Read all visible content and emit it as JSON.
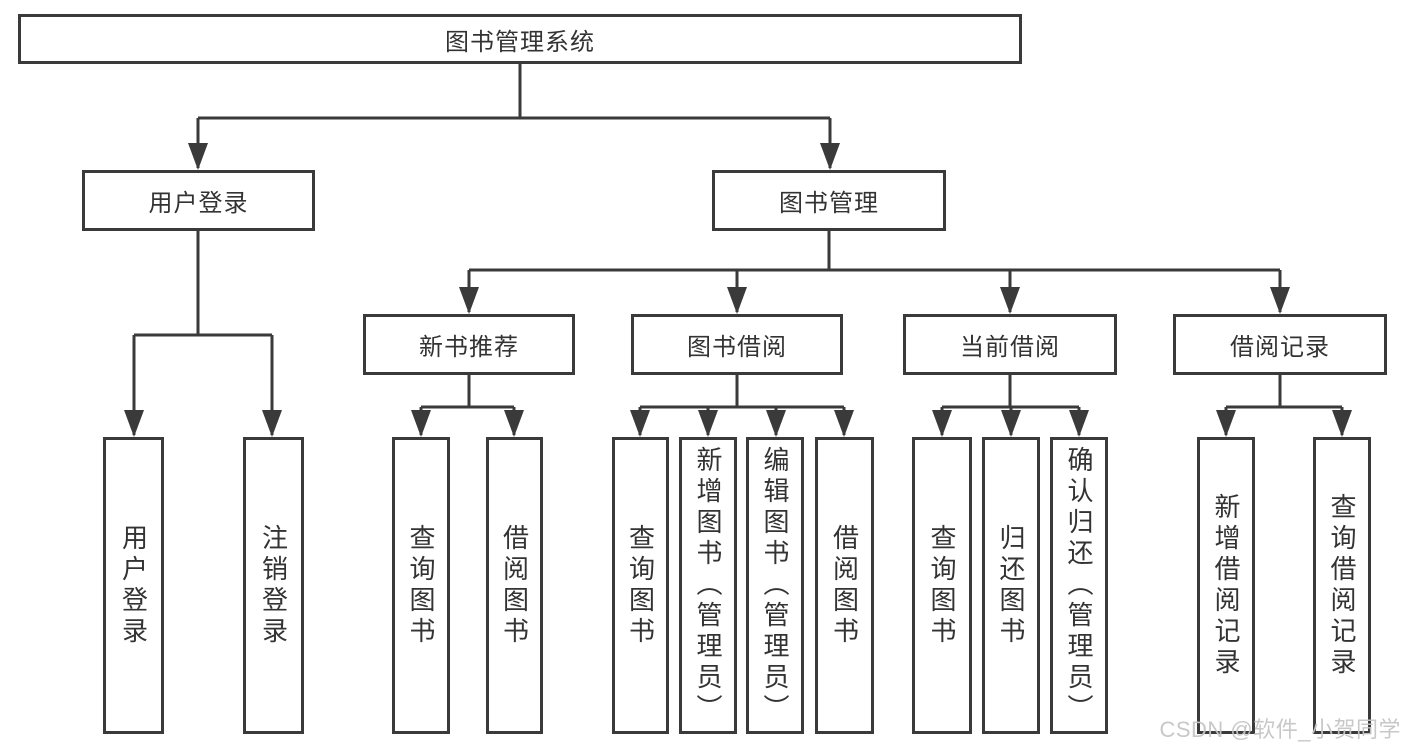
{
  "diagram": {
    "type": "hierarchy-tree",
    "watermark": "CSDN @软件_小贺同学",
    "colors": {
      "line": "#3a3a3a",
      "box_border": "#3a3a3a",
      "text": "#333333",
      "background": "#ffffff",
      "watermark": "#c5c5c5"
    },
    "nodes": {
      "root": {
        "label": "图书管理系统"
      },
      "user_login": {
        "label": "用户登录"
      },
      "book_mgmt": {
        "label": "图书管理"
      },
      "new_book_rec": {
        "label": "新书推荐"
      },
      "book_borrow": {
        "label": "图书借阅"
      },
      "current_borrow": {
        "label": "当前借阅"
      },
      "borrow_records": {
        "label": "借阅记录"
      },
      "leaf_user_login": {
        "label": "用户登录"
      },
      "leaf_logout": {
        "label": "注销登录"
      },
      "leaf_query_books_1": {
        "label": "查询图书"
      },
      "leaf_borrow_books_1": {
        "label": "借阅图书"
      },
      "leaf_query_books_2": {
        "label": "查询图书"
      },
      "leaf_add_books_admin": {
        "label": "新增图书（管理员）"
      },
      "leaf_edit_books_admin": {
        "label": "编辑图书（管理员）"
      },
      "leaf_borrow_books_2": {
        "label": "借阅图书"
      },
      "leaf_query_books_3": {
        "label": "查询图书"
      },
      "leaf_return_books": {
        "label": "归还图书"
      },
      "leaf_confirm_return_admin": {
        "label": "确认归还（管理员）"
      },
      "leaf_add_borrow_record": {
        "label": "新增借阅记录"
      },
      "leaf_query_borrow_record": {
        "label": "查询借阅记录"
      }
    },
    "hierarchy": {
      "图书管理系统": {
        "用户登录": [
          "用户登录",
          "注销登录"
        ],
        "图书管理": {
          "新书推荐": [
            "查询图书",
            "借阅图书"
          ],
          "图书借阅": [
            "查询图书",
            "新增图书（管理员）",
            "编辑图书（管理员）",
            "借阅图书"
          ],
          "当前借阅": [
            "查询图书",
            "归还图书",
            "确认归还（管理员）"
          ],
          "借阅记录": [
            "新增借阅记录",
            "查询借阅记录"
          ]
        }
      }
    }
  }
}
